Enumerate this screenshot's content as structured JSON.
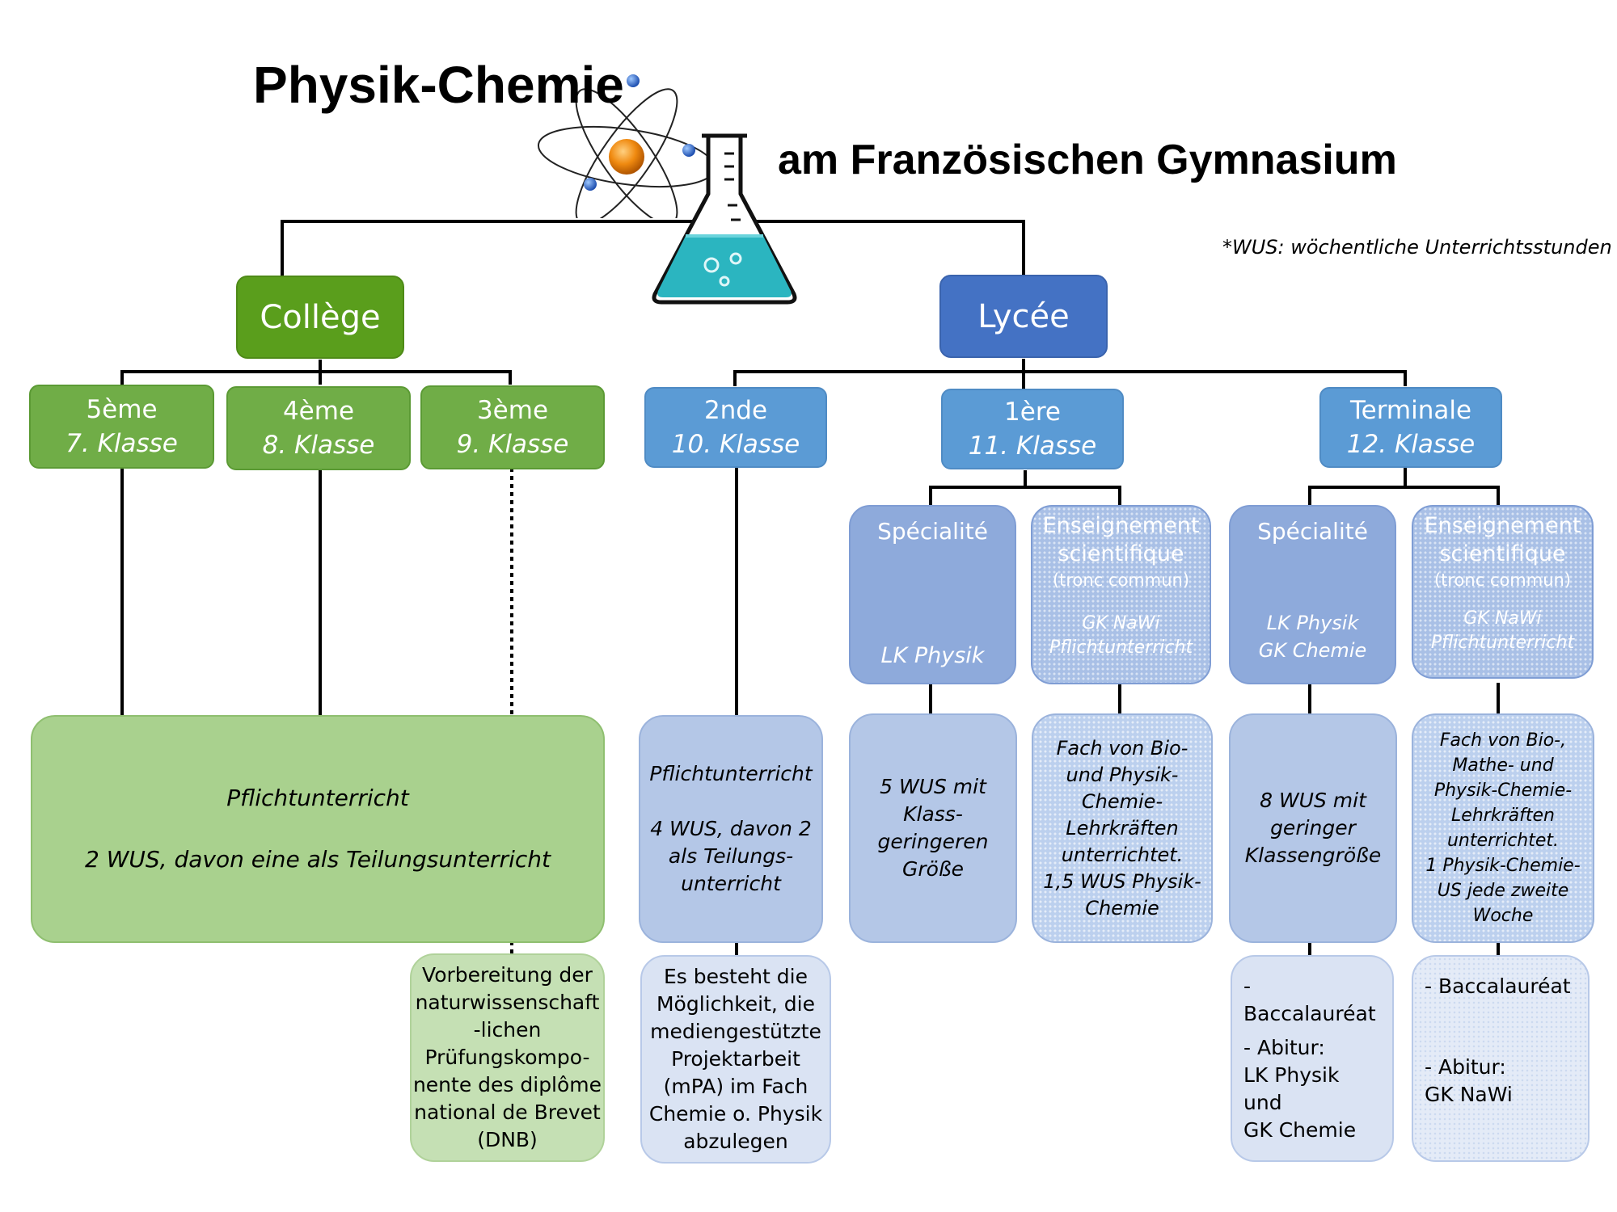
{
  "title": {
    "main": "Physik-Chemie",
    "sub": "am Französischen Gymnasium"
  },
  "footnote": "*WUS: wöchentliche Unterrichtsstunden",
  "icons": [
    "atom-icon",
    "erlenmeyer-flask-icon"
  ],
  "colors": {
    "college": "#5a9e1c",
    "lycee": "#4472c4",
    "grade_college": "#70ad47",
    "grade_lycee": "#5b9bd5",
    "track": "#8eaadb",
    "detail_college": "#a9d18e",
    "detail_lycee": "#b4c7e7",
    "extra_college": "#c5e0b4",
    "extra_lycee": "#dae3f3"
  },
  "college": {
    "label": "Collège",
    "grades": [
      {
        "name": "5ème",
        "klasse": "7. Klasse"
      },
      {
        "name": "4ème",
        "klasse": "8. Klasse"
      },
      {
        "name": "3ème",
        "klasse": "9. Klasse"
      }
    ],
    "detail": {
      "line1": "Pflichtunterricht",
      "line2": "2 WUS, davon eine als Teilungsunterricht"
    },
    "extra": [
      "Vorbereitung der",
      "naturwissenschaft",
      "-lichen",
      "Prüfungskompo-",
      "nente des diplôme",
      "national de Brevet",
      "(DNB)"
    ]
  },
  "lycee": {
    "label": "Lycée",
    "grades": [
      {
        "name": "2nde",
        "klasse": "10. Klasse"
      },
      {
        "name": "1ère",
        "klasse": "11. Klasse"
      },
      {
        "name": "Terminale",
        "klasse": "12. Klasse"
      }
    ],
    "seconde": {
      "detail": [
        "Pflichtunterricht",
        "4 WUS, davon 2",
        "als Teilungs-",
        "unterricht"
      ],
      "extra": [
        "Es besteht die",
        "Möglichkeit, die",
        "mediengestützte",
        "Projektarbeit",
        "(mPA) im Fach",
        "Chemie o. Physik",
        "abzulegen"
      ]
    },
    "premiere": {
      "specialite": {
        "title": "Spécialité",
        "course": "LK Physik",
        "detail": [
          "5 WUS mit",
          "Klass-",
          "geringeren",
          "Größe"
        ]
      },
      "enseignement": {
        "title1": "Enseignement",
        "title2": "scientifique",
        "title3": "(tronc commun)",
        "course1": "GK NaWi",
        "course2": "Pflichtunterricht",
        "detail": [
          "Fach von Bio-",
          "und Physik-",
          "Chemie-",
          "Lehrkräften",
          "unterrichtet.",
          "1,5 WUS Physik-",
          "Chemie"
        ]
      }
    },
    "terminale": {
      "specialite": {
        "title": "Spécialité",
        "course1": "LK Physik",
        "course2": "GK Chemie",
        "detail": [
          "8 WUS mit",
          "geringer",
          "Klassengröße"
        ],
        "extra": [
          "- Baccalauréat",
          "- Abitur:",
          "LK Physik und",
          "GK Chemie"
        ]
      },
      "enseignement": {
        "title1": "Enseignement",
        "title2": "scientifique",
        "title3": "(tronc commun)",
        "course1": "GK NaWi",
        "course2": "Pflichtunterricht",
        "detail": [
          "Fach von Bio-,",
          "Mathe- und",
          "Physik-Chemie-",
          "Lehrkräften",
          "unterrichtet.",
          "1 Physik-Chemie-",
          "US jede zweite",
          "Woche"
        ],
        "extra": [
          "- Baccalauréat",
          "- Abitur:",
          "GK NaWi"
        ]
      }
    }
  }
}
